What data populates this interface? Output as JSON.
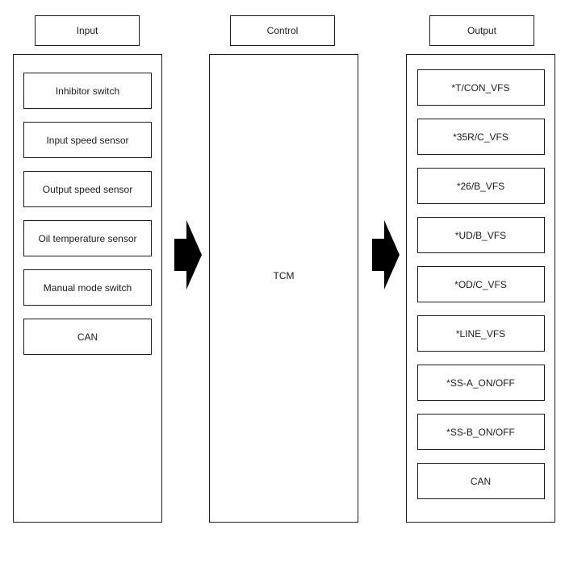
{
  "columns": [
    {
      "header": "Input",
      "items": [
        "Inhibitor switch",
        "Input speed sensor",
        "Output speed sensor",
        "Oil temperature sensor",
        "Manual mode switch",
        "CAN"
      ]
    },
    {
      "header": "Control",
      "label": "TCM"
    },
    {
      "header": "Output",
      "items": [
        "*T/CON_VFS",
        "*35R/C_VFS",
        "*26/B_VFS",
        "*UD/B_VFS",
        "*OD/C_VFS",
        "*LINE_VFS",
        "*SS-A_ON/OFF",
        "*SS-B_ON/OFF",
        "CAN"
      ]
    }
  ],
  "arrows": [
    {
      "name": "input-to-control-arrow",
      "direction": "right"
    },
    {
      "name": "control-to-output-arrow",
      "direction": "right"
    }
  ],
  "colors": {
    "background": "#ffffff",
    "border": "#1c1c1c",
    "arrow": "#000000",
    "text": "#1c1c1c"
  }
}
